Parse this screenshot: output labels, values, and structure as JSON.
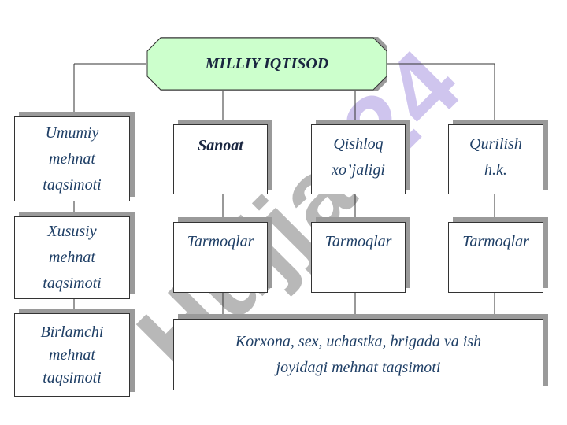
{
  "title": "MILLIY IQTISOD",
  "left_column": {
    "umumiy": "Umumiy\nmehnat\ntaqsimoti",
    "xususiy": "Xususiy\nmehnat\ntaqsimoti",
    "birlamchi": "Birlamchi\nmehnat\ntaqsimoti"
  },
  "sectors": {
    "sanoat": "Sanoat",
    "qishloq": "Qishloq\nxo’jaligi",
    "qurilish": "Qurilish\nh.k."
  },
  "branches": {
    "sanoat": "Tarmoqlar",
    "qishloq": "Tarmoqlar",
    "qurilish": "Tarmoqlar"
  },
  "bottom_box": "Korxona, sex, uchastka, brigada va ish\njoyidagi mehnat taqsimoti",
  "watermark": {
    "part1": "Hujjat",
    "part2": "24"
  },
  "colors": {
    "title_fill": "#ccffcc",
    "text": "#1f3f66",
    "shadow": "#9a9a9a",
    "watermark_gray": "#b5b5b5",
    "watermark_purple": "#cdc2ee"
  }
}
